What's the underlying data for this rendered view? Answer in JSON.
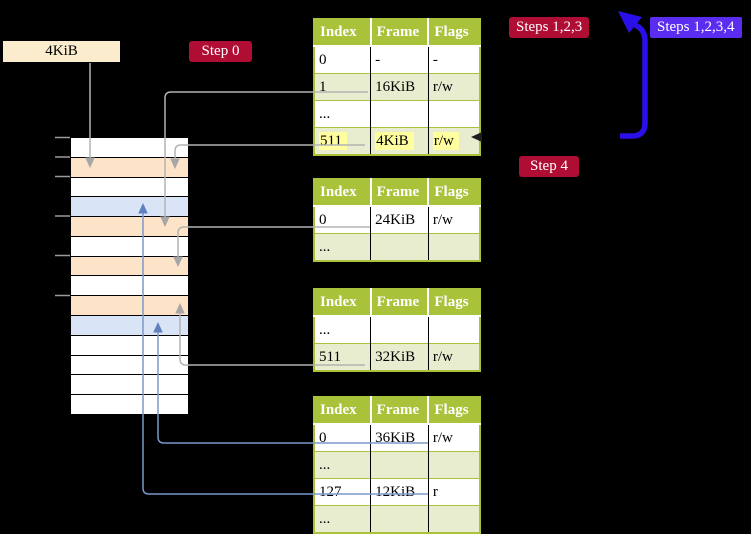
{
  "colors": {
    "olive": "#a8c239",
    "row_alt": "#e8edd0",
    "highlight": "#ffffa0",
    "peach": "#fde3c8",
    "blue_row": "#d9e5f6",
    "badge_red": "#b00d35",
    "badge_purple": "#5b2df0",
    "arrow_blue": "#2a10e8",
    "line_gray": "#b3b3b3",
    "line_blue": "#7b99cc",
    "label_cream": "#faeccd"
  },
  "page_size_label": "4KiB",
  "badges": {
    "step0": "Step 0",
    "steps123": "Steps 1,2,3",
    "steps1234": "Steps 1,2,3,4",
    "step4": "Step 4"
  },
  "tables": [
    {
      "headers": [
        "Index",
        "Frame",
        "Flags"
      ],
      "rows": [
        {
          "cells": [
            "0",
            "-",
            "-"
          ]
        },
        {
          "cells": [
            "1",
            "16KiB",
            "r/w"
          ]
        },
        {
          "cells": [
            "...",
            "",
            ""
          ]
        },
        {
          "cells": [
            "511",
            "4KiB",
            "r/w"
          ],
          "highlighted": true
        }
      ]
    },
    {
      "headers": [
        "Index",
        "Frame",
        "Flags"
      ],
      "rows": [
        {
          "cells": [
            "0",
            "24KiB",
            "r/w"
          ]
        },
        {
          "cells": [
            "...",
            "",
            ""
          ]
        }
      ]
    },
    {
      "headers": [
        "Index",
        "Frame",
        "Flags"
      ],
      "rows": [
        {
          "cells": [
            "...",
            "",
            ""
          ]
        },
        {
          "cells": [
            "511",
            "32KiB",
            "r/w"
          ]
        }
      ]
    },
    {
      "headers": [
        "Index",
        "Frame",
        "Flags"
      ],
      "rows": [
        {
          "cells": [
            "0",
            "36KiB",
            "r/w"
          ]
        },
        {
          "cells": [
            "...",
            "",
            ""
          ]
        },
        {
          "cells": [
            "127",
            "12KiB",
            "r"
          ]
        },
        {
          "cells": [
            "...",
            "",
            ""
          ]
        }
      ]
    }
  ],
  "memory": {
    "rows": [
      "white",
      "peach",
      "white",
      "blue",
      "peach",
      "white",
      "peach",
      "white",
      "peach",
      "blue",
      "white",
      "white",
      "white",
      "white"
    ]
  }
}
